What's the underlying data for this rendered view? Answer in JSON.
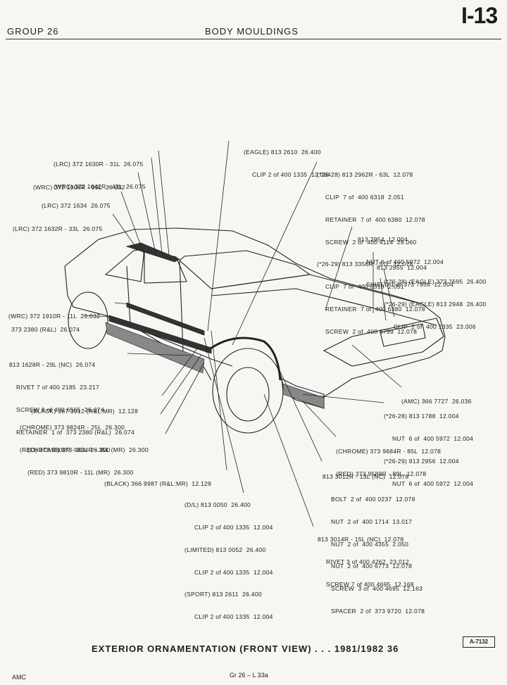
{
  "header": {
    "group": "GROUP 26",
    "title": "BODY MOULDINGS",
    "page": "I-13"
  },
  "callouts": {
    "lrc_372_1630r": [
      "(LRC) 372 1630R - 31L  26.075",
      "(WRC) 372 1642R - 43L  26.075"
    ],
    "wrc_372_1908r": [
      "(WRC) 372 1908R - 09L  26.032"
    ],
    "lrc_372_1634": [
      "(LRC) 372 1634  26.075"
    ],
    "lrc_372_1632r": [
      "(LRC) 372 1632R - 33L  26.075"
    ],
    "wrc_372_1910r": [
      "(WRC) 372 1910R - 11L  26.032"
    ],
    "part_373_2380": [
      "373 2380 (R&L)  26.074"
    ],
    "part_813_1628r": [
      "813 1628R - 29L (NC)  26.074",
      "RIVET 7 of 400 2185  23.217",
      "SCREW 8 of 400 6565  26.074",
      "RETAINER  1 of  373 2380 (R&L)  26.074"
    ],
    "black_367_3012": [
      "(BLACK) 367 3012 (R&L:MR)  12.128"
    ],
    "chrome_373_9824r": [
      "(CHROME) 373 9824R - 25L  26.300",
      "(RED) 373 9800R - 01L  26.300"
    ],
    "chrome_373_9834r": [
      "(CHROME) 373 9834R - 35L (MR)  26.300",
      "(RED) 373 9810R - 11L (MR)  26.300"
    ],
    "black_366_9987": [
      "(BLACK) 366 9987 (R&L:MR)  12.128"
    ],
    "dl_813_0050": [
      "(D/L) 813 0050  26.400",
      "CLIP 2 of 400 1335  12.004",
      "(LIMITED) 813 0052  26.400",
      "CLIP 2 of 400 1335  12.004",
      "(SPORT) 813 2611  26.400",
      "CLIP 2 of 400 1335  12.004"
    ],
    "eagle_813_2610": [
      "(EAGLE) 813 2610  26.400",
      "CLIP 2 of 400 1335  12.004"
    ],
    "part_813_2962r": [
      "(*26-28) 813 2962R - 63L  12.078",
      "CLIP  7 of  400 6318  2.051",
      "RETAINER  7 of  400 6380  12.078",
      "SCREW  2 of  400 4114  29.060",
      "(*26-29) 813 3356R - 57L  12.078",
      "CLIP  7 of  400 6318  2.051",
      "RETAINER  7 of  400 6380  12.078",
      "SCREW  2 of  400 6799  12.078"
    ],
    "part_813_2954": [
      "813 2954  12.004",
      "NUT 6 of 400 5972  12.004",
      "SHIELD 1 of 373 7956  12.004"
    ],
    "part_813_2955": [
      "813 2955  12.004"
    ],
    "eagle_373_7695": [
      "(*26-28) (EAGLE) 373 7695  26.400",
      "(*26-29) (EAGLE) 813 2948  26.400",
      "CLIP  2 of  400 1335  23.006"
    ],
    "amc_366_7727": [
      "(AMC) 366 7727  26.036"
    ],
    "part_813_1788": [
      "(*26-28) 813 1788  12.004",
      "NUT  6 of  400 5972  12.004",
      "(*26-29) 813 2956  12.004",
      "NUT  6 of  400 5972  12.004"
    ],
    "chrome_373_9684r": [
      "(CHROME) 373 9684R - 85L  12.078",
      "(RED) 373 9588R - 89L  12.078"
    ],
    "part_813_3012r": [
      "813 3012R - 13L (NC)  12.078",
      "BOLT  2 of  400 0237  12.078",
      "NUT  2 of  400 1714  13.017",
      "NUT  2 of  400 4355  2.050",
      "NUT  2 of  400 6773  12.078",
      "SCREW  3 of  400 4695  12.163",
      "SPACER  2 of  373 9720  12.078"
    ],
    "part_813_3014r": [
      "813 3014R - 15L (NC)  12.078",
      "RIVET 3 of 400 4262  23.012",
      "SCREW 7 of 400 4695  12.168"
    ]
  },
  "caption": "EXTERIOR ORNAMENTATION (FRONT VIEW) . . . 1981/1982  36",
  "ref_code": "A-7132",
  "footer": {
    "left": "AMC",
    "center": "Gr 26  –  L 33a"
  }
}
